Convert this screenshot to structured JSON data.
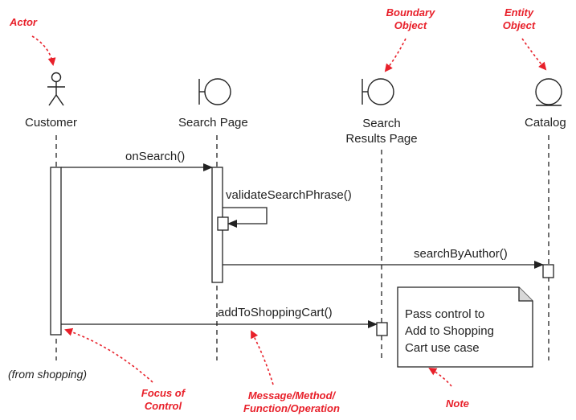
{
  "participants": [
    {
      "name": "Customer",
      "kind": "actor"
    },
    {
      "name": "Search Page",
      "kind": "boundary"
    },
    {
      "name": "Search\nResults Page",
      "kind": "boundary"
    },
    {
      "name": "Catalog",
      "kind": "entity"
    }
  ],
  "messages": [
    {
      "label": "onSearch()",
      "from": "Customer",
      "to": "Search Page"
    },
    {
      "label": "validateSearchPhrase()",
      "from": "Search Page",
      "to": "Search Page"
    },
    {
      "label": "searchByAuthor()",
      "from": "Search Page",
      "to": "Catalog"
    },
    {
      "label": "addToShoppingCart()",
      "from": "Customer",
      "to": "Search Results Page"
    }
  ],
  "note": {
    "text": "Pass control to\nAdd to Shopping\nCart use case"
  },
  "from_label": "(from shopping)",
  "annotations": {
    "actor": "Actor",
    "boundary_object": "Boundary\nObject",
    "entity_object": "Entity\nObject",
    "focus_of_control": "Focus of\nControl",
    "message": "Message/Method/\nFunction/Operation",
    "note": "Note"
  },
  "colors": {
    "annotation": "#e8202a",
    "line": "#222222"
  }
}
